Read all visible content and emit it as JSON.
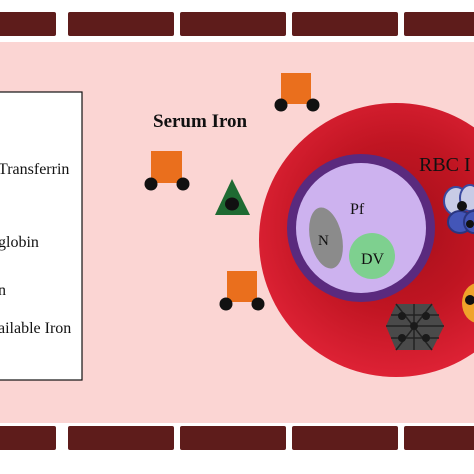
{
  "labels": {
    "serum_iron": "Serum Iron",
    "rbc": "RBC I",
    "parasite": "Pf",
    "nucleus": "N",
    "digestive_vacuole": "DV"
  },
  "legend": {
    "items": [
      "Transferrin",
      "globin",
      "n",
      "ailable Iron"
    ]
  },
  "colors": {
    "page_background": "#fbd5d3",
    "border_brick": "#5e1c1b",
    "rbc_outer": "#d41b2c",
    "rbc_inner": "#a30f1a",
    "parasite_rim": "#5a2a7e",
    "parasite_body": "#cdb2ef",
    "nucleus": "#8b8b8b",
    "digestive_vacuole": "#7ed08f",
    "transferrin_body": "#ea6f1d",
    "ferritin_triangle": "#1f6a32",
    "iron_dot": "#111111"
  },
  "icons": [
    "transferrin-icon",
    "ferritin-icon",
    "hemoglobin-icon",
    "hemozoin-crystal-icon",
    "orange-protein-icon"
  ]
}
